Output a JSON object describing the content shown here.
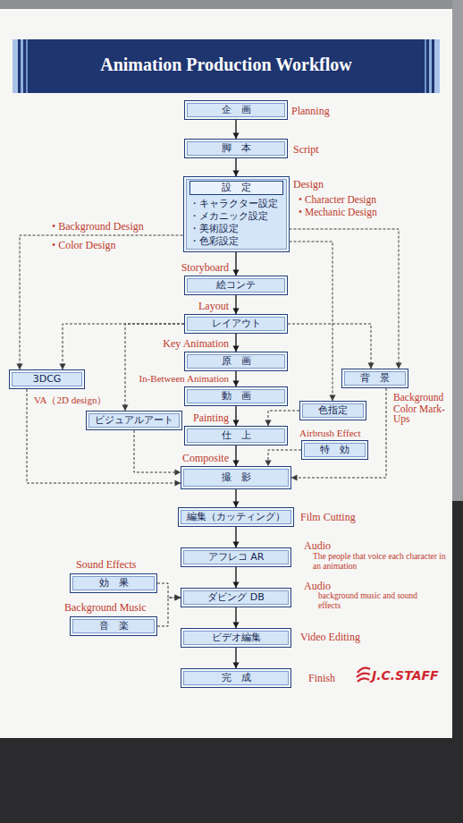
{
  "diagram": {
    "title": "Animation Production Workflow",
    "nodes": [
      {
        "text": [
          "企　画"
        ]
      },
      {
        "text": [
          "脚　本"
        ]
      },
      {
        "text": [
          "設　定",
          "・キャラクター設定",
          "・メカニック設定",
          "・美術設定",
          "・色彩設定"
        ]
      },
      {
        "text": [
          "絵コンテ"
        ]
      },
      {
        "text": [
          "レイアウト"
        ]
      },
      {
        "text": [
          "原　画"
        ]
      },
      {
        "text": [
          "3DCG"
        ]
      },
      {
        "text": [
          "背　景"
        ]
      },
      {
        "text": [
          "動　画"
        ]
      },
      {
        "text": [
          "色指定"
        ]
      },
      {
        "text": [
          "ビジュアルアート"
        ]
      },
      {
        "text": [
          "仕　上"
        ]
      },
      {
        "text": [
          "特　効"
        ]
      },
      {
        "text": [
          "撮　影"
        ]
      },
      {
        "text": [
          "編集（カッティング）"
        ]
      },
      {
        "text": [
          "アフレコ AR"
        ]
      },
      {
        "text": [
          "効　果"
        ]
      },
      {
        "text": [
          "ダビング DB"
        ]
      },
      {
        "text": [
          "音　楽"
        ]
      },
      {
        "text": [
          "ビデオ編集"
        ]
      },
      {
        "text": [
          "完　成"
        ]
      }
    ],
    "edges": [
      {
        "from": 0,
        "to": 1,
        "arrow": "to"
      },
      {
        "from": 1,
        "to": 2,
        "arrow": "to"
      },
      {
        "from": 2,
        "to": 3,
        "arrow": "to"
      },
      {
        "from": 3,
        "to": 4,
        "arrow": "to"
      },
      {
        "from": 4,
        "to": 5,
        "arrow": "to"
      },
      {
        "from": 5,
        "to": 8,
        "arrow": "to"
      },
      {
        "from": 8,
        "to": 11,
        "arrow": "to"
      },
      {
        "from": 11,
        "to": 13,
        "arrow": "to"
      },
      {
        "from": 13,
        "to": 14,
        "arrow": "to"
      },
      {
        "from": 14,
        "to": 15,
        "arrow": "to"
      },
      {
        "from": 15,
        "to": 17,
        "arrow": "to"
      },
      {
        "from": 17,
        "to": 19,
        "arrow": "to"
      },
      {
        "from": 19,
        "to": 20,
        "arrow": "to"
      },
      {
        "from": 2,
        "to": 6,
        "arrow": "to"
      },
      {
        "from": 2,
        "to": 7,
        "arrow": "to"
      },
      {
        "from": 2,
        "to": 9,
        "arrow": "to"
      },
      {
        "from": 4,
        "to": 6,
        "arrow": "to"
      },
      {
        "from": 4,
        "to": 10,
        "arrow": "to"
      },
      {
        "from": 4,
        "to": 7,
        "arrow": "to"
      },
      {
        "from": 6,
        "to": 13,
        "arrow": "to"
      },
      {
        "from": 10,
        "to": 13,
        "arrow": "to"
      },
      {
        "from": 7,
        "to": 13,
        "arrow": "to"
      },
      {
        "from": 9,
        "to": 11,
        "arrow": "to"
      },
      {
        "from": 12,
        "to": 13,
        "arrow": "to"
      },
      {
        "from": 16,
        "to": 17,
        "arrow": "to"
      },
      {
        "from": 18,
        "to": 17,
        "arrow": "to"
      }
    ],
    "labels": [
      "Planning",
      "Script",
      "Design",
      "• Character Design",
      "• Mechanic Design",
      "• Background Design",
      "• Color Design",
      "Storyboard",
      "Layout",
      "Key Animation",
      "In-Between Animation",
      "VA（2D design）",
      "Painting",
      "Background",
      "Color Mark-Ups",
      "Airbrush Effect",
      "Composite",
      "Film Cutting",
      "Audio",
      "The people that voice each character in an animation",
      "Sound Effects",
      "Background Music",
      "Audio",
      "background music and sound effects",
      "Video Editing",
      "Finish",
      "J.C.STAFF"
    ]
  }
}
